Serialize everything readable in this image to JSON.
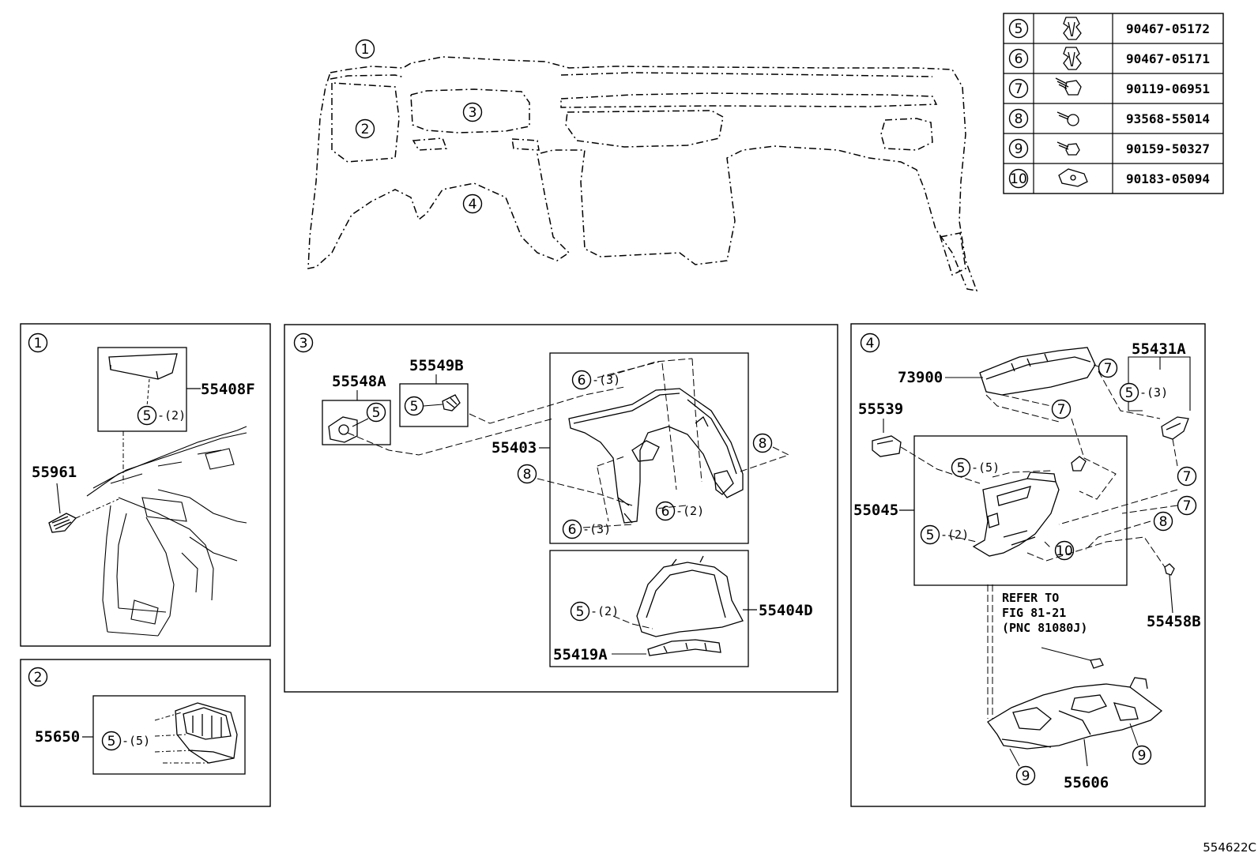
{
  "figure_code": "554622C",
  "overview": {
    "callouts": [
      "1",
      "2",
      "3",
      "4"
    ]
  },
  "fastener_table": [
    {
      "ref": "5",
      "icon": "clip-icon",
      "part": "90467-05172"
    },
    {
      "ref": "6",
      "icon": "clip-icon",
      "part": "90467-05171"
    },
    {
      "ref": "7",
      "icon": "screw-icon",
      "part": "90119-06951"
    },
    {
      "ref": "8",
      "icon": "screw-icon",
      "part": "93568-55014"
    },
    {
      "ref": "9",
      "icon": "bolt-icon",
      "part": "90159-50327"
    },
    {
      "ref": "10",
      "icon": "nut-clip-icon",
      "part": "90183-05094"
    }
  ],
  "panel1": {
    "title": "1",
    "parts": {
      "p1": "55408F",
      "p2": "55961"
    },
    "fasteners": {
      "f1_ref": "5",
      "f1_qty": "-(2)"
    }
  },
  "panel2": {
    "title": "2",
    "parts": {
      "p1": "55650"
    },
    "fasteners": {
      "f1_ref": "5",
      "f1_qty": "-(5)"
    }
  },
  "panel3": {
    "title": "3",
    "parts": {
      "p1": "55548A",
      "p2": "55549B",
      "p3": "55403",
      "p4": "55404D",
      "p5": "55419A"
    },
    "fasteners": {
      "a_ref": "5",
      "b_ref": "5",
      "c_ref": "6",
      "c_qty": "-(3)",
      "d_ref": "8",
      "e_ref": "8",
      "f_ref": "6",
      "f_qty": "-(2)",
      "g_ref": "6",
      "g_qty": "-(3)",
      "h_ref": "5",
      "h_qty": "-(2)"
    }
  },
  "panel4": {
    "title": "4",
    "parts": {
      "p1": "73900",
      "p2": "55431A",
      "p3": "55539",
      "p4": "55045",
      "p5": "55458B",
      "p6": "55606"
    },
    "fasteners": {
      "a_ref": "7",
      "b_ref": "5",
      "b_qty": "-(3)",
      "c_ref": "7",
      "d_ref": "5",
      "d_qty": "-(5)",
      "e_ref": "7",
      "f_ref": "7",
      "g_ref": "5",
      "g_qty": "-(2)",
      "h_ref": "8",
      "i_ref": "10",
      "j_ref": "9",
      "k_ref": "9"
    },
    "reference": {
      "line1": "REFER TO",
      "line2": "FIG 81-21",
      "line3": "(PNC 81080J)"
    }
  }
}
